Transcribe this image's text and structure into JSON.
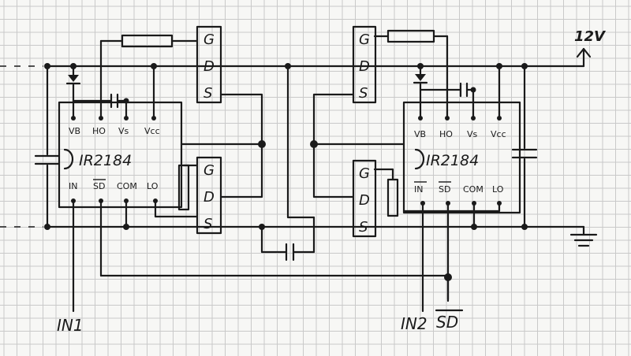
{
  "supply": {
    "label": "12V"
  },
  "gate_driver_left": {
    "part": "IR2184",
    "pins_top": [
      "VB",
      "HO",
      "Vs",
      "Vcc"
    ],
    "pins_bottom": [
      "IN",
      "SD",
      "COM",
      "LO"
    ]
  },
  "gate_driver_right": {
    "part": "IR2184",
    "pins_top": [
      "VB",
      "HO",
      "Vs",
      "Vcc"
    ],
    "pins_bottom": [
      "IN",
      "SD",
      "COM",
      "LO"
    ]
  },
  "mosfet_pins": [
    "G",
    "D",
    "S"
  ],
  "inputs": {
    "in1": "IN1",
    "in2": "IN2",
    "sd": "SD"
  },
  "colors": {
    "ink": "#1a1a1a",
    "paper": "#f7f7f5",
    "grid": "#c9c9c9"
  }
}
